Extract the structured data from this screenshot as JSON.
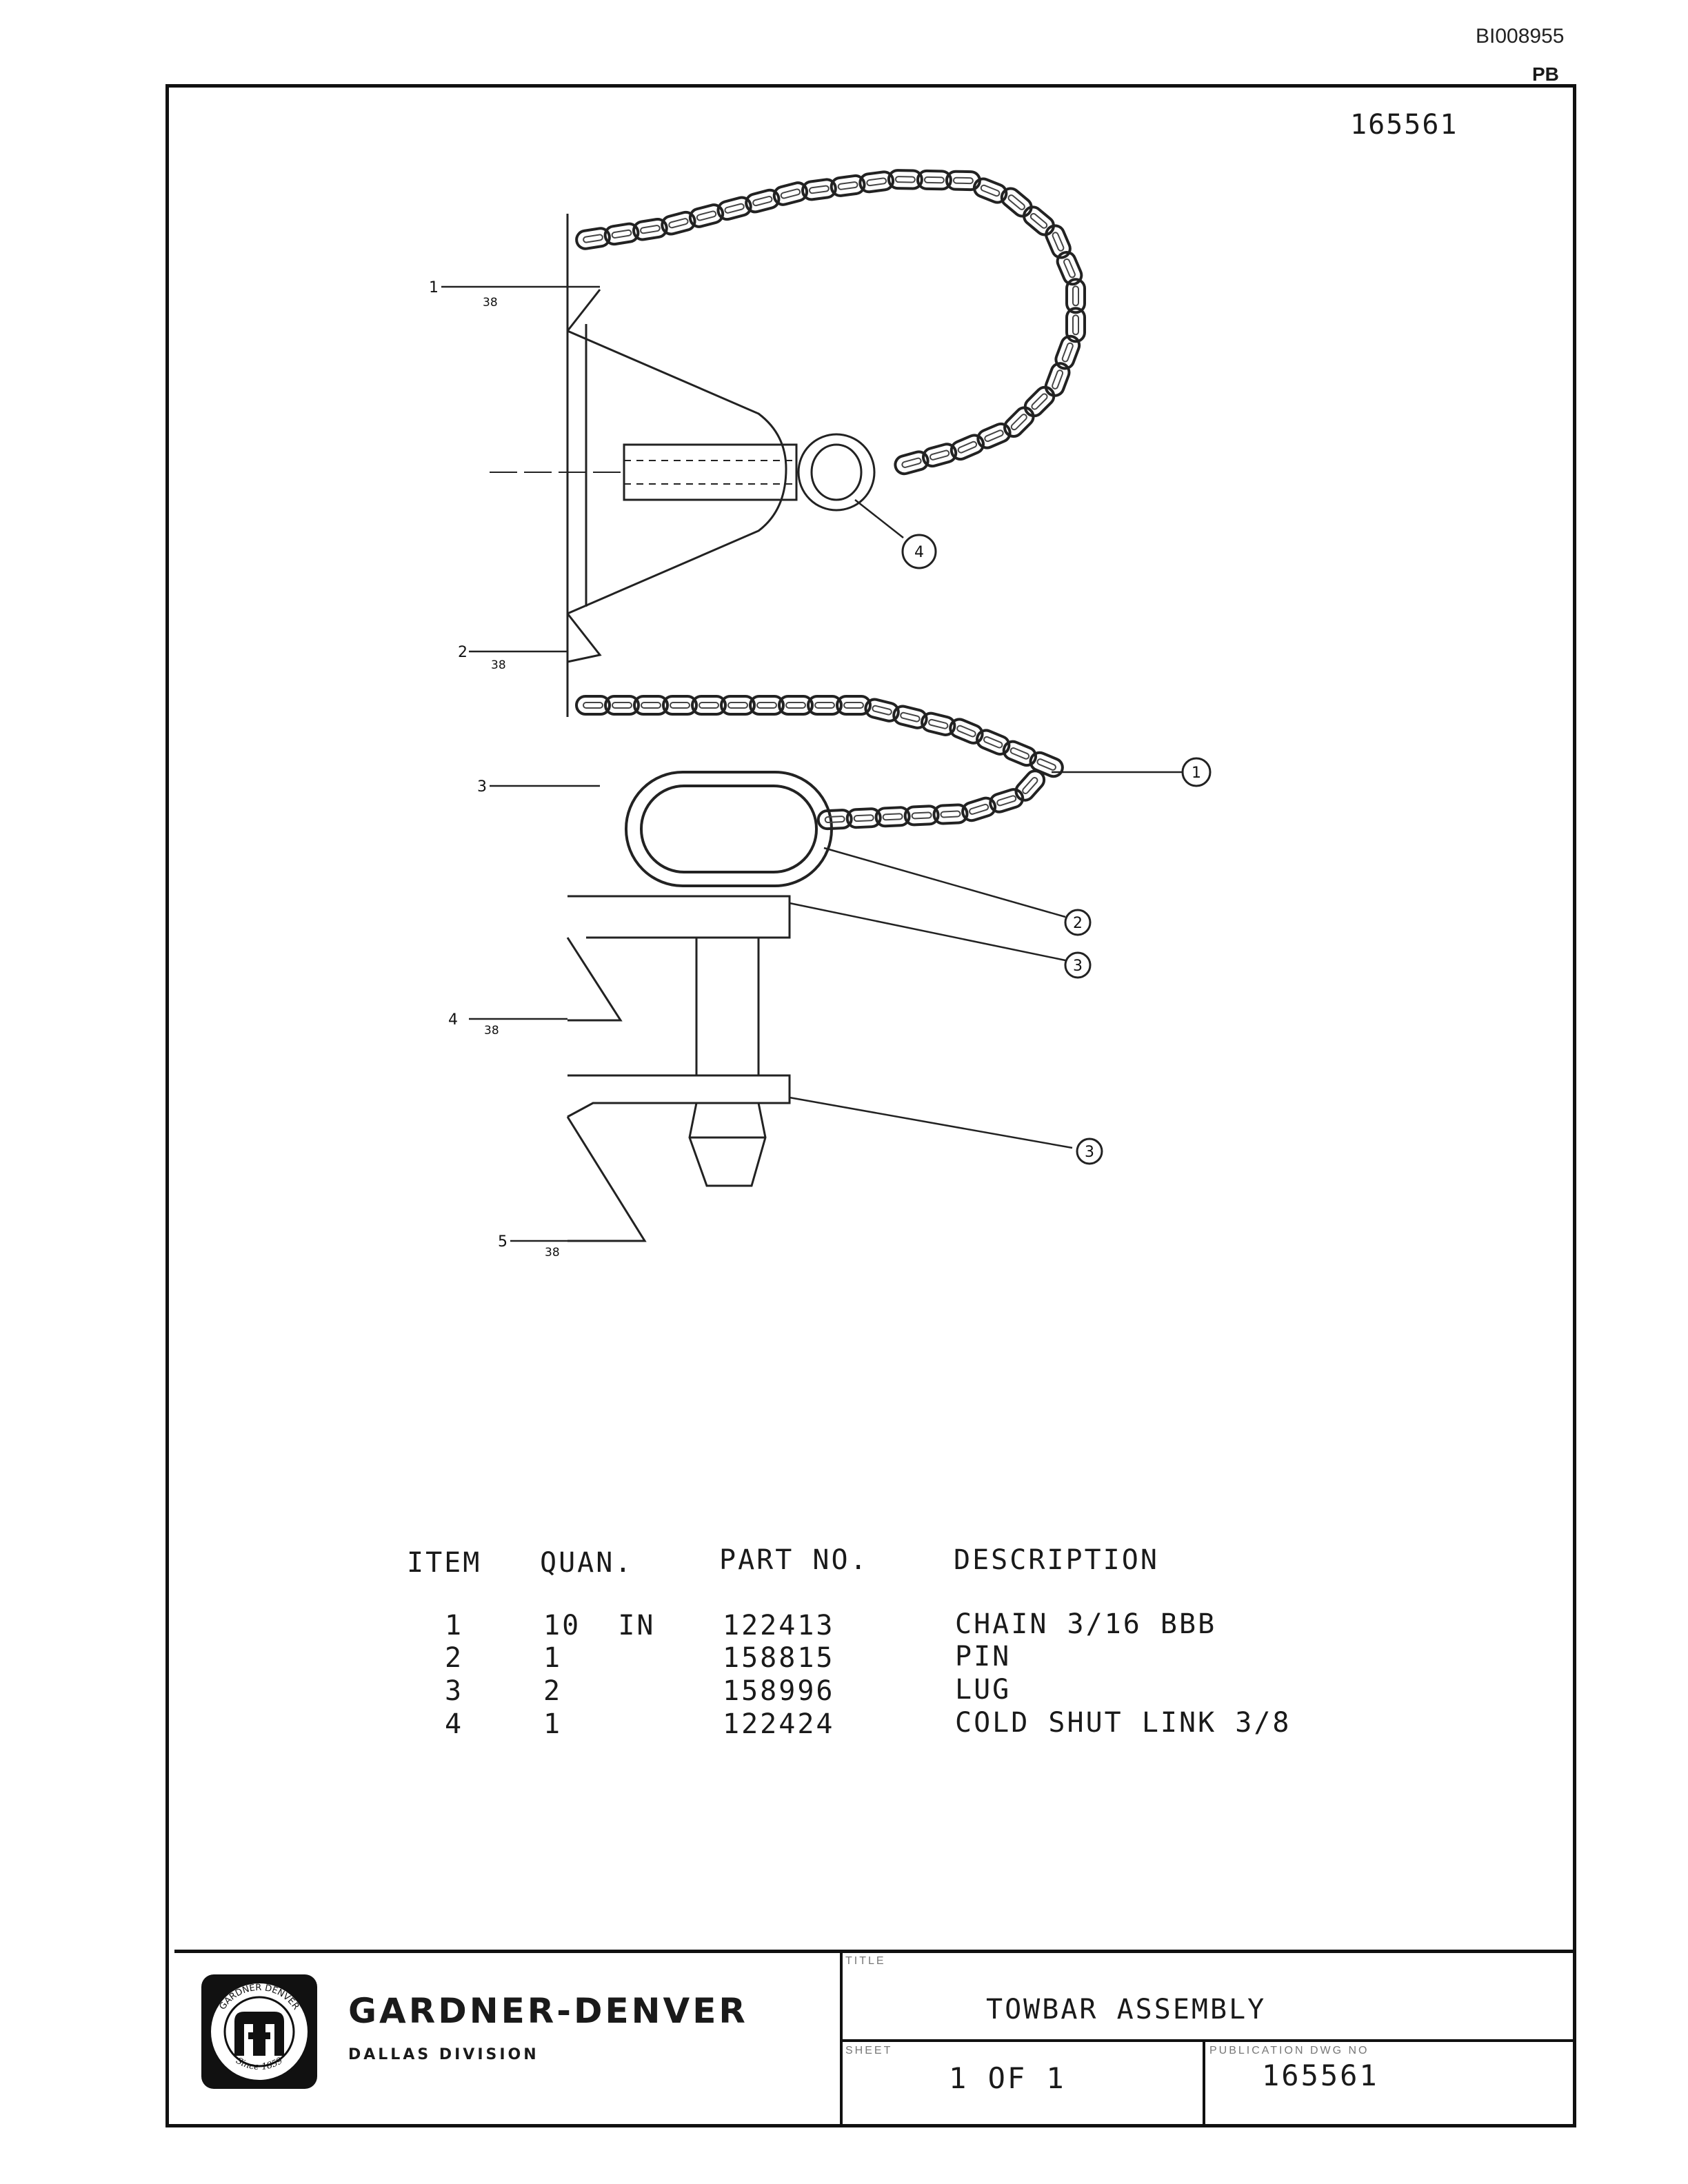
{
  "header": {
    "doc_id": "BI008955",
    "mark": "PB",
    "drawing_number": "165561"
  },
  "callouts": {
    "weld_1": "1",
    "weld_2": "2",
    "weld_3": "3",
    "weld_4": "4",
    "weld_5": "5",
    "weld_size": "38",
    "bubble_chain": "1",
    "bubble_pin": "2",
    "bubble_lug_top": "3",
    "bubble_lug_bottom": "3",
    "bubble_link": "4"
  },
  "parts_table": {
    "headers": [
      "ITEM",
      "QUAN.",
      "PART NO.",
      "DESCRIPTION"
    ],
    "rows": [
      {
        "item": "1",
        "quan": "10  IN",
        "part_no": "122413",
        "description": "CHAIN 3/16 BBB"
      },
      {
        "item": "2",
        "quan": "1",
        "part_no": "158815",
        "description": "PIN"
      },
      {
        "item": "3",
        "quan": "2",
        "part_no": "158996",
        "description": "LUG"
      },
      {
        "item": "4",
        "quan": "1",
        "part_no": "122424",
        "description": "COLD SHUT LINK 3/8"
      }
    ]
  },
  "title_block": {
    "company": "GARDNER-DENVER",
    "division": "DALLAS DIVISION",
    "logo_text_top": "GARDNER DENVER",
    "logo_text_bottom": "Since 1859",
    "title_label": "TITLE",
    "title": "TOWBAR ASSEMBLY",
    "sheet_label": "SHEET",
    "sheet": "1 OF 1",
    "pub_label": "PUBLICATION DWG NO",
    "pub_number": "165561"
  }
}
